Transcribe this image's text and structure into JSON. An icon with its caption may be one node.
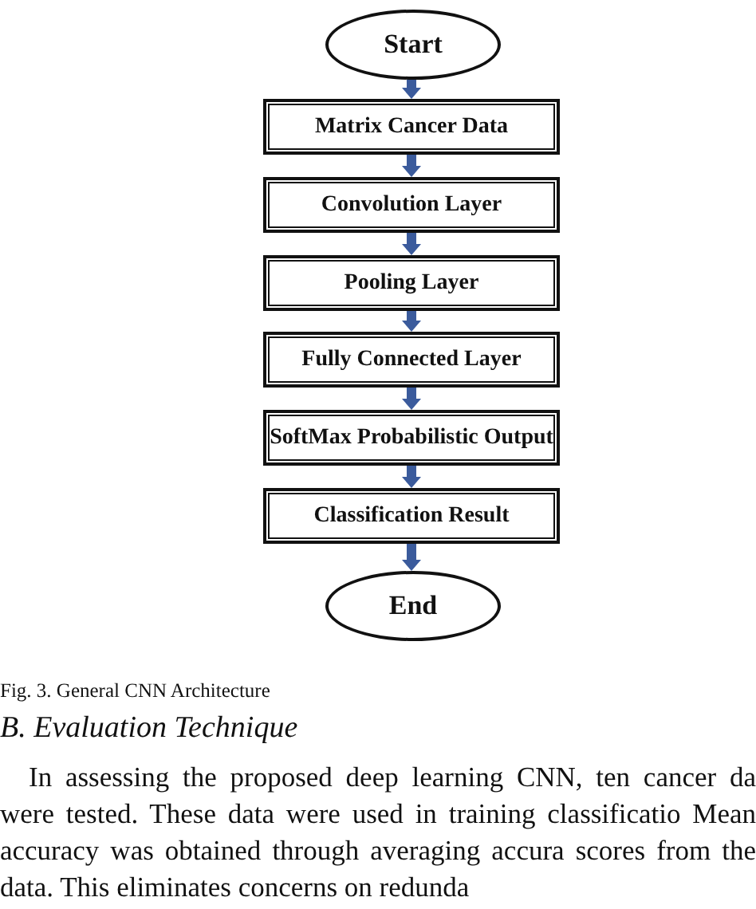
{
  "diagram": {
    "nodes": [
      {
        "text": [
          "Start"
        ]
      },
      {
        "text": [
          "Matrix Cancer Data"
        ]
      },
      {
        "text": [
          "Convolution Layer"
        ]
      },
      {
        "text": [
          "Pooling Layer"
        ]
      },
      {
        "text": [
          "Fully Connected Layer"
        ]
      },
      {
        "text": [
          "SoftMax Probabilistic Output"
        ]
      },
      {
        "text": [
          "Classification Result"
        ]
      },
      {
        "text": [
          "End"
        ]
      }
    ],
    "edges": [
      {
        "from": 0,
        "to": 1,
        "arrow": "to"
      },
      {
        "from": 1,
        "to": 2,
        "arrow": "to"
      },
      {
        "from": 2,
        "to": 3,
        "arrow": "to"
      },
      {
        "from": 3,
        "to": 4,
        "arrow": "to"
      },
      {
        "from": 4,
        "to": 5,
        "arrow": "to"
      },
      {
        "from": 5,
        "to": 6,
        "arrow": "to"
      },
      {
        "from": 6,
        "to": 7,
        "arrow": "to"
      }
    ],
    "caption": "Fig. 3. General CNN Architecture",
    "labels": [
      "B. Evaluation Technique",
      "In assessing the proposed deep learning CNN, ten cancer da were tested. These data were used in training classificatio Mean accuracy was obtained through averaging accura scores from the data. This eliminates concerns on redunda"
    ]
  }
}
